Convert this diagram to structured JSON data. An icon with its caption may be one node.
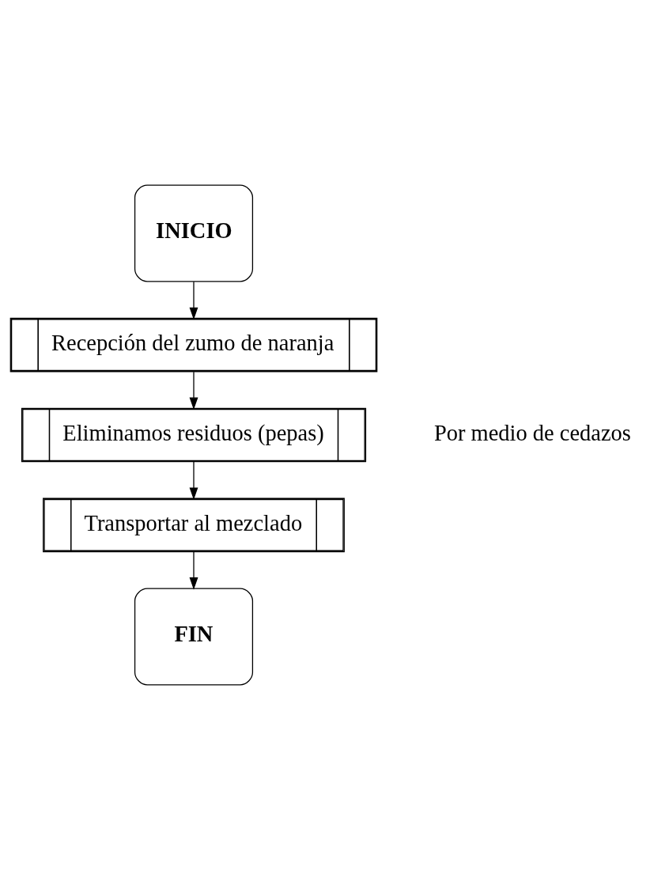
{
  "diagram": {
    "nodes": [
      {
        "text": [
          "INICIO"
        ]
      },
      {
        "text": [
          "Recepción del zumo de naranja"
        ]
      },
      {
        "text": [
          "Eliminamos residuos (pepas)"
        ],
        "beside": [
          "Por medio de cedazos"
        ]
      },
      {
        "text": [
          "Transportar al mezclado"
        ]
      },
      {
        "text": [
          "FIN"
        ]
      }
    ],
    "edges": [
      {
        "from": 0,
        "to": 1,
        "arrow": "to"
      },
      {
        "from": 1,
        "to": 2,
        "arrow": "to"
      },
      {
        "from": 2,
        "to": 3,
        "arrow": "to"
      },
      {
        "from": 3,
        "to": 4,
        "arrow": "to"
      }
    ]
  }
}
